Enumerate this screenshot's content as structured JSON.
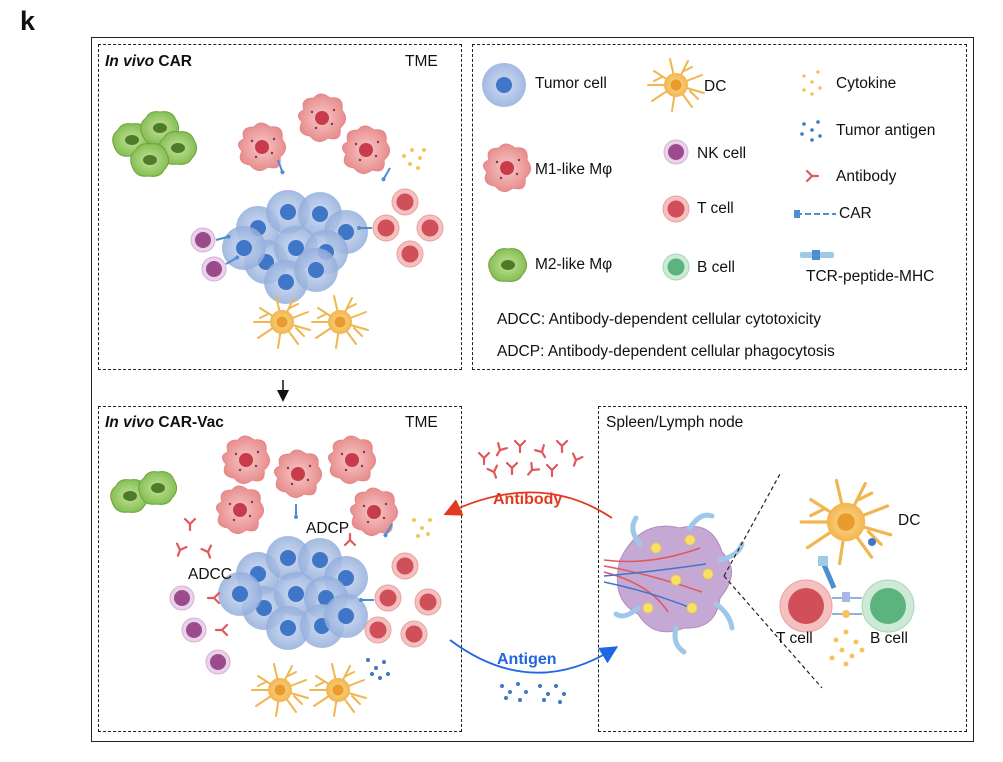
{
  "panel": {
    "letter": "k"
  },
  "top_left": {
    "title_italic": "In vivo",
    "title_rest": " CAR",
    "tme": "TME"
  },
  "legend": {
    "tumor_cell": "Tumor cell",
    "dc": "DC",
    "cytokine": "Cytokine",
    "m1": "M1-like Mφ",
    "nk": "NK cell",
    "tumor_antigen": "Tumor antigen",
    "antibody": "Antibody",
    "t_cell": "T cell",
    "car": "CAR",
    "m2": "M2-like Mφ",
    "b_cell": "B cell",
    "tcr": "TCR-peptide-MHC",
    "adcc": "ADCC: Antibody-dependent cellular cytotoxicity",
    "adcp": "ADCP: Antibody-dependent cellular phagocytosis"
  },
  "bottom_left": {
    "title_italic": "In vivo",
    "title_rest": " CAR-Vac",
    "tme": "TME",
    "adcc": "ADCC",
    "adcp": "ADCP"
  },
  "middle": {
    "antibody": "Antibody",
    "antigen": "Antigen"
  },
  "right": {
    "title": "Spleen/Lymph node",
    "dc": "DC",
    "t_cell": "T cell",
    "b_cell": "B cell"
  },
  "colors": {
    "tumor": "#9fb8de",
    "tumor_nucleus": "#3f76c7",
    "m1": "#eea3a3",
    "m1_nucleus": "#c83a4a",
    "m2": "#9ccf6b",
    "dc": "#f6c167",
    "nk": "#a8548f",
    "t_cell": "#d9585e",
    "b_cell": "#5bb37e",
    "cytokine": "#f2c560",
    "antigen": "#3f76c7",
    "antibody": "#e0585c",
    "arrow_red": "#e23a1e",
    "arrow_blue": "#1f66e0"
  }
}
